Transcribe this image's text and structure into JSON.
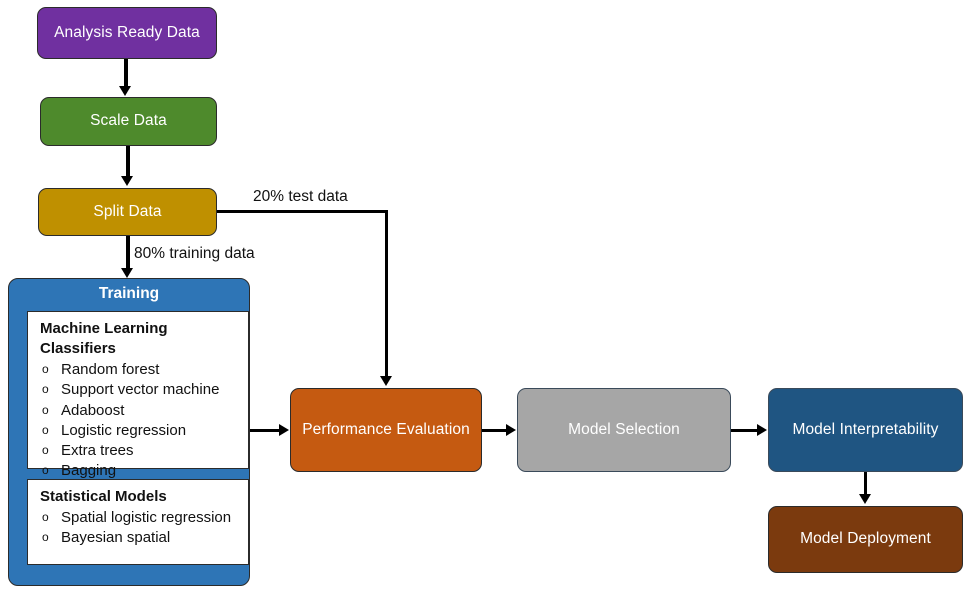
{
  "diagram": {
    "title": "Machine learning modelling workflow",
    "colors": {
      "purple": "#7030A0",
      "green": "#4E8A2C",
      "gold": "#BF9000",
      "blue": "#2E75B6",
      "orange": "#C55A11",
      "gray": "#A6A6A6",
      "dark_blue": "#1F5582",
      "brown": "#7B3A0E",
      "stroke": "#2b2b2b",
      "arrow": "#000000",
      "panel_background": "#FFFFFF",
      "text_light": "#FFFFFF",
      "text_dark": "#111111"
    },
    "nodes": {
      "analysis_ready_data": "Analysis Ready Data",
      "scale_data": "Scale Data",
      "split_data": "Split Data",
      "performance_evaluation": "Performance Evaluation",
      "model_selection": "Model Selection",
      "model_interpretability": "Model Interpretability",
      "model_deployment": "Model Deployment"
    },
    "training": {
      "title": "Training",
      "panels": [
        {
          "heading": "Machine Learning Classifiers",
          "bullet": "o",
          "items": [
            "Random forest",
            "Support vector machine",
            "Adaboost",
            "Logistic regression",
            "Extra trees",
            "Bagging"
          ]
        },
        {
          "heading": "Statistical Models",
          "bullet": "o",
          "items": [
            "Spatial logistic regression",
            "Bayesian spatial"
          ]
        }
      ]
    },
    "edge_labels": {
      "test_split": "20% test data",
      "training_split": "80% training data"
    }
  }
}
